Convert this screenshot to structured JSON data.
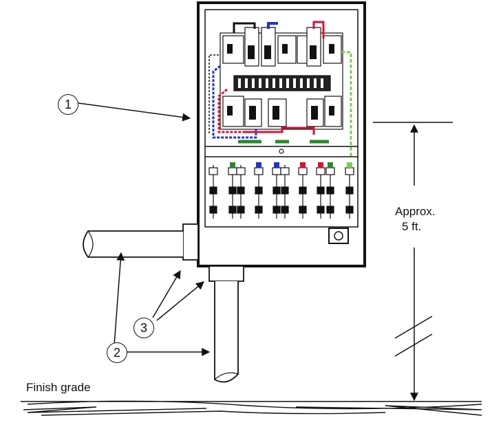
{
  "labels": {
    "height_line1": "Approx.",
    "height_line2": "5 ft.",
    "grade": "Finish grade"
  },
  "callouts": [
    "1",
    "2",
    "3"
  ],
  "colors": {
    "line": "#111111",
    "wire_blue": "#2233cc",
    "wire_red": "#dd1133",
    "wire_green": "#2a8a2a",
    "wire_light_green": "#7ccf4a"
  }
}
